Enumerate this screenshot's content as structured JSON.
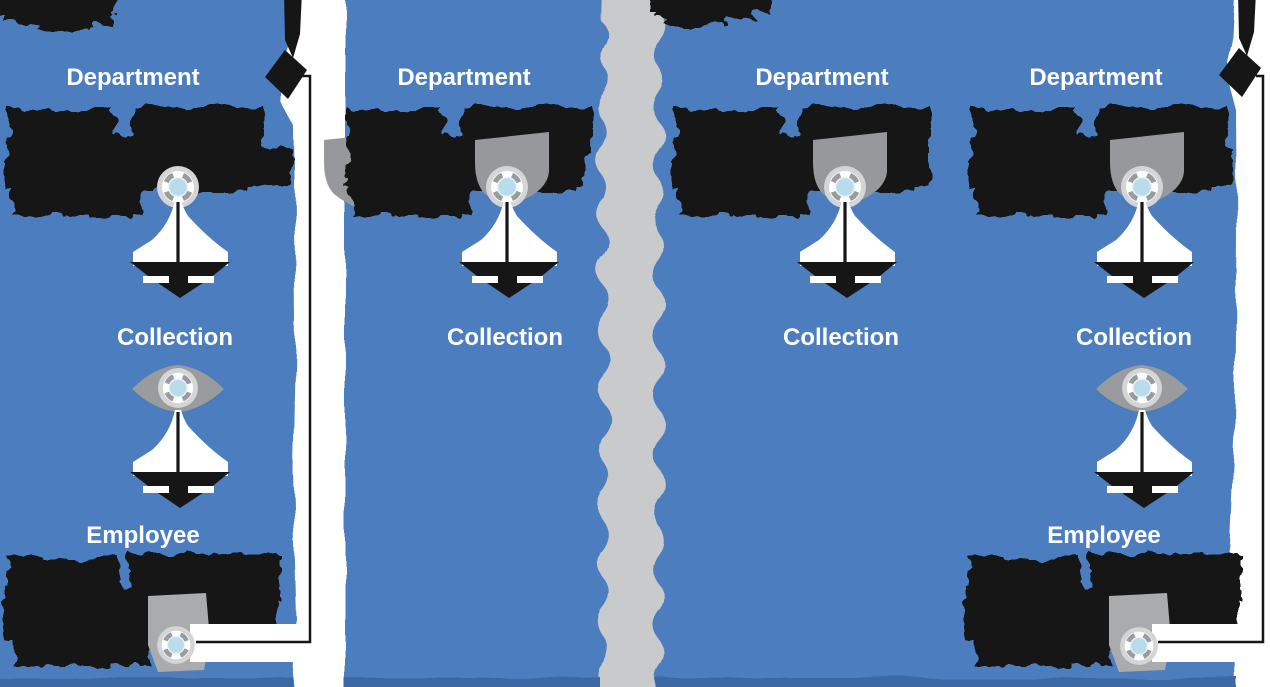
{
  "diagram": {
    "type": "document-database-modeling-diagram",
    "pages": [
      {
        "name": "left-outer",
        "section_labels": {
          "department": "Department",
          "collection": "Collection",
          "employee": "Employee"
        }
      },
      {
        "name": "left-inner",
        "section_labels": {
          "department": "Department",
          "collection": "Collection"
        }
      },
      {
        "name": "right-inner",
        "section_labels": {
          "department": "Department",
          "collection": "Collection"
        }
      },
      {
        "name": "right-outer",
        "section_labels": {
          "department": "Department",
          "collection": "Collection",
          "employee": "Employee"
        }
      }
    ],
    "icons": [
      "lifebuoy-marker-icon",
      "down-arrow-icon",
      "reference-arrowhead-icon",
      "lens-shape",
      "document-fold",
      "torn-page-divider"
    ],
    "colors": {
      "panel_blue": "#4b7dbf",
      "panel_bottom_edge": "#3c68a6",
      "torn_gray": "#c9cacb",
      "fold_gray": "#97989b",
      "fold_gray_light": "#a9abad",
      "ink_black": "#161616",
      "marker_blue": "#b9dbec",
      "marker_ring_gray": "#d4d5d6",
      "label_white": "#ffffff"
    }
  }
}
